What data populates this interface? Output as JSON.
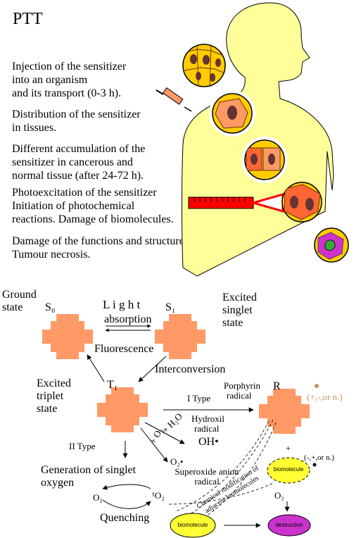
{
  "title": "PTT",
  "steps": [
    {
      "lines": [
        "Injection of the sensitizer",
        "into an organism",
        "and its transport (0-3 h)."
      ]
    },
    {
      "lines": [
        "Distribution of the sensitizer",
        "in tissues."
      ]
    },
    {
      "lines": [
        "Different accumulation of the",
        "sensitizer in cancerous and",
        "normal tissue (after 24-72 h)."
      ]
    },
    {
      "lines": [
        "Photoexcitation of the sensitizer",
        "Initiation of photochemical",
        "reactions. Damage of biomolecules."
      ]
    },
    {
      "lines": [
        "Damage of  the functions and structure of  the cells.",
        "Tumour necrosis."
      ]
    }
  ],
  "scheme": {
    "ground_state": [
      "Ground",
      "state"
    ],
    "s0": "S₀",
    "light": "L  i  g  h  t",
    "absorption": "absorption",
    "s1": "S₁",
    "excited_singlet": [
      "Excited",
      "singlet",
      "state"
    ],
    "fluorescence": "Fluorescence",
    "interconversion": "Interconversion",
    "excited_triplet": [
      "Excited",
      "triplet",
      "state"
    ],
    "t1": "T₁",
    "type_one": "I Type",
    "porphyrin_radical": [
      "Porphyrin",
      "radical"
    ],
    "r": "R",
    "r_charge": "(+,-,or n.)",
    "h2o": "+ H₂O",
    "o2_reactant": "+ O₂",
    "hydroxil_radical": [
      "Hydroxil",
      "radical"
    ],
    "oh": "OH•",
    "type_two": "II Type",
    "superoxide": "O₂•",
    "superoxide_label": [
      "Superoxide anion",
      "radical"
    ],
    "singlet_generation": [
      "Generation of  singlet",
      "oxygen"
    ],
    "o2_left": "O₂",
    "o2_singlet": "¹O₂",
    "quenching": "Quenching",
    "chem_note": [
      "Chemical modification of",
      "adjacent biomolecules"
    ],
    "biomolecule_charge": "(-,+,or n.)",
    "plus": "+",
    "biomolecule": "biomolecule",
    "o2_bottom": "O₂",
    "destruction": "destruction"
  },
  "colors": {
    "body": "#ffff99",
    "sensitizer": "#ff9966",
    "cell_yellow": "#ffcc00",
    "cell_orange": "#ff6633",
    "nucleus": "#663333",
    "laser": "#ff0000",
    "purple": "#cc33cc",
    "biomolecule": "#ffff33",
    "tan": "#c8935a"
  }
}
